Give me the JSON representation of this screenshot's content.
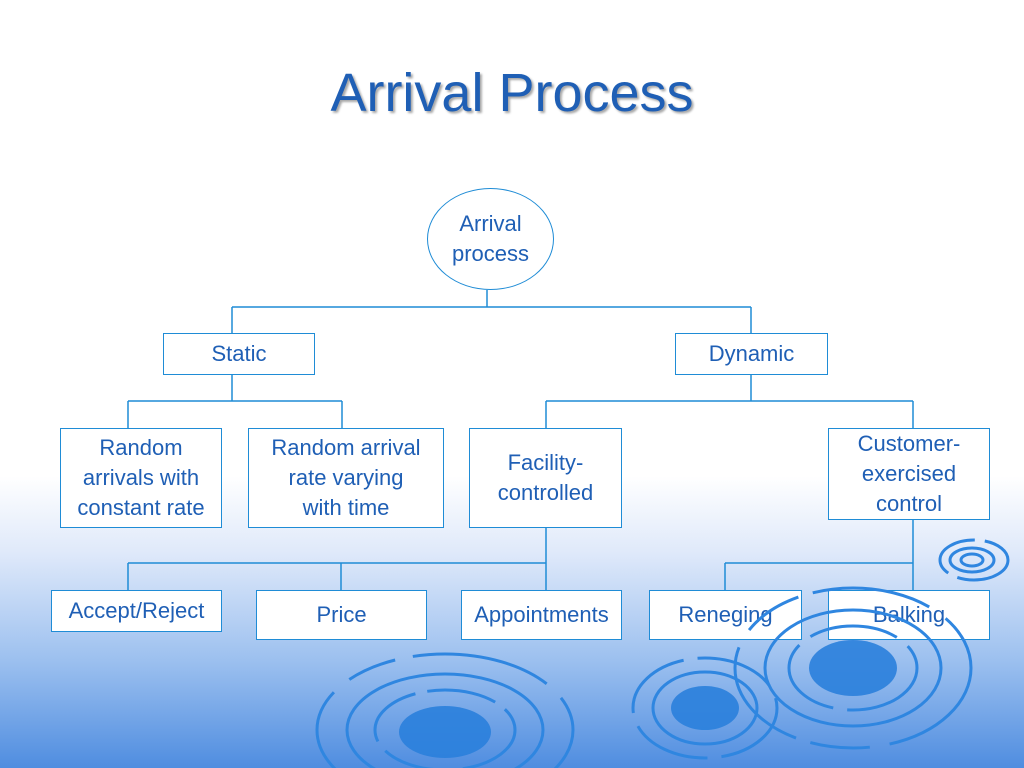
{
  "slide": {
    "title": "Arrival Process"
  },
  "tree": {
    "root": "Arrival\nprocess",
    "level1": {
      "static": "Static",
      "dynamic": "Dynamic"
    },
    "level2": {
      "random_constant": "Random\narrivals with\nconstant rate",
      "random_varying": "Random arrival\nrate varying\nwith time",
      "facility_controlled": "Facility-\ncontrolled",
      "customer_exercised": "Customer-\nexercised\ncontrol"
    },
    "level3": {
      "accept_reject": "Accept/Reject",
      "price": "Price",
      "appointments": "Appointments",
      "reneging": "Reneging",
      "balking": "Balking"
    }
  },
  "colors": {
    "title": "#1f5fb5",
    "text": "#1f5fb5",
    "lines": "#1f8cd6",
    "ripple": "#3d8fe0"
  }
}
